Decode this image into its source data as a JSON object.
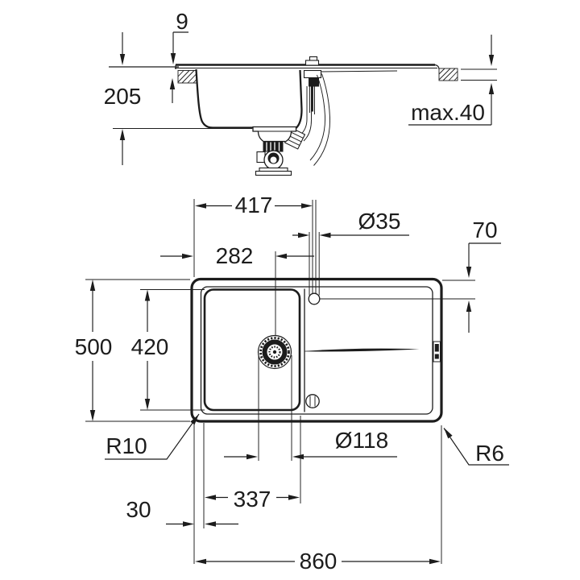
{
  "drawing": {
    "side_view": {
      "rim_height": "9",
      "bowl_depth": "205",
      "max_counter_thickness": "max.40"
    },
    "plan_view": {
      "tap_center_from_left": "417",
      "tap_hole_diameter": "Ø35",
      "bowl_center_from_left": "282",
      "tap_center_from_top": "70",
      "overall_depth": "500",
      "bowl_inner_depth": "420",
      "bowl_corner_radius": "R10",
      "drain_diameter": "Ø118",
      "outer_corner_radius": "R6",
      "bowl_inner_width": "337",
      "left_edge_to_bowl": "30",
      "overall_width": "860"
    }
  }
}
